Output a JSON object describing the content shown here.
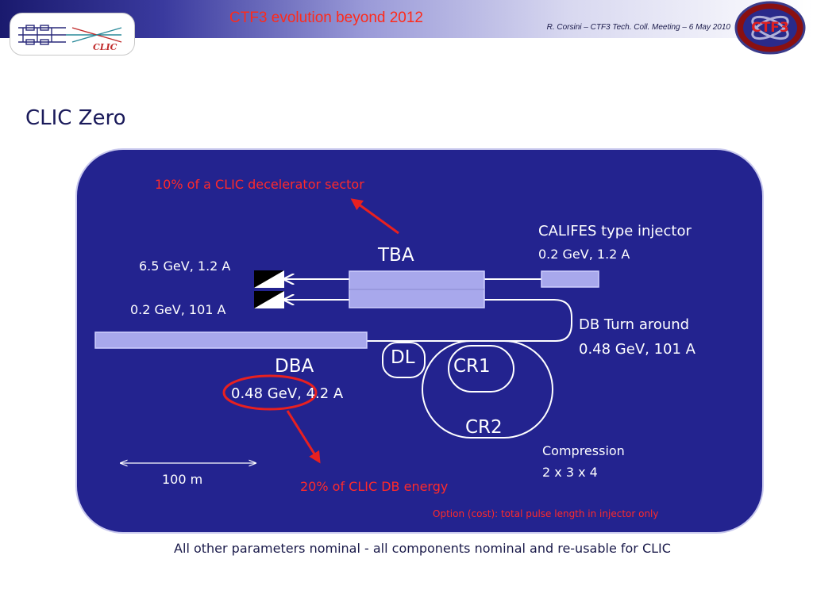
{
  "header": {
    "title": "CTF3 evolution beyond 2012",
    "meta": "R. Corsini – CTF3 Tech. Coll. Meeting – 6 May 2010",
    "logo_left_text": "CLIC",
    "logo_right_text": "CTF3"
  },
  "page": {
    "title": "CLIC Zero",
    "footer": "All other parameters nominal - all components nominal and re-usable for CLIC"
  },
  "diagram": {
    "annotation_top": "10% of a CLIC decelerator sector",
    "tba": "TBA",
    "califes_title": "CALIFES type injector",
    "califes_params": "0.2 GeV, 1.2 A",
    "beam_high": "6.5 GeV, 1.2 A",
    "beam_low": "0.2 GeV, 101 A",
    "turnaround_title": "DB Turn around",
    "turnaround_params": "0.48 GeV, 101 A",
    "dl": "DL",
    "cr1": "CR1",
    "cr2": "CR2",
    "dba": "DBA",
    "dba_params": "0.48 GeV, 4.2 A",
    "compression_title": "Compression",
    "compression_factor": "2 x 3 x 4",
    "scale": "100 m",
    "annotation_bottom": "20% of CLIC DB energy",
    "option_note": "Option (cost): total pulse length in injector only"
  },
  "colors": {
    "panel": "#23238f",
    "component": "#a8a8ec",
    "highlight": "#ff2a2a",
    "title_text": "#1a1a5a"
  }
}
